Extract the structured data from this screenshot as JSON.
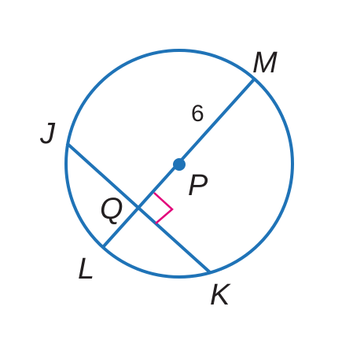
{
  "labels": {
    "M": "M",
    "J": "J",
    "P": "P",
    "Q": "Q",
    "L": "L",
    "K": "K",
    "radius_value": "6"
  },
  "colors": {
    "stroke": "#1f73b7",
    "right_angle_mark": "#e2007a",
    "text": "#231f20"
  }
}
